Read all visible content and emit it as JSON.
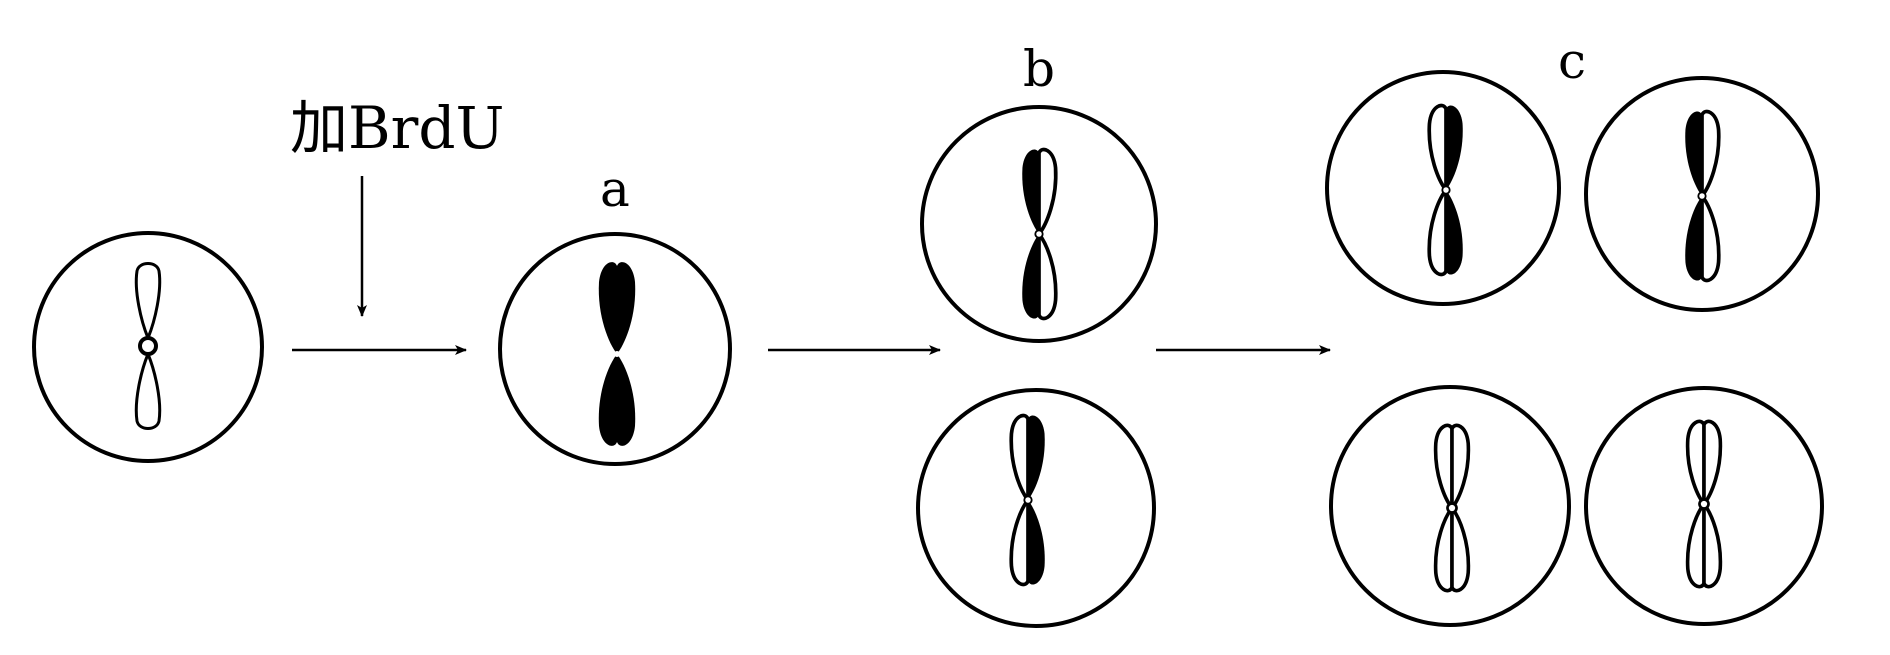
{
  "labels": {
    "treatment": "加BrdU",
    "stage_a": "a",
    "stage_b": "b",
    "stage_c": "c"
  },
  "colors": {
    "ink": "#000000",
    "paper": "#ffffff"
  },
  "icons": {
    "unlabeled_chromosome": "open-chromosome-icon",
    "labeled_chromosome": "solid-chromosome-icon",
    "half_labeled_chromosome": "half-filled-chromosome-icon"
  }
}
